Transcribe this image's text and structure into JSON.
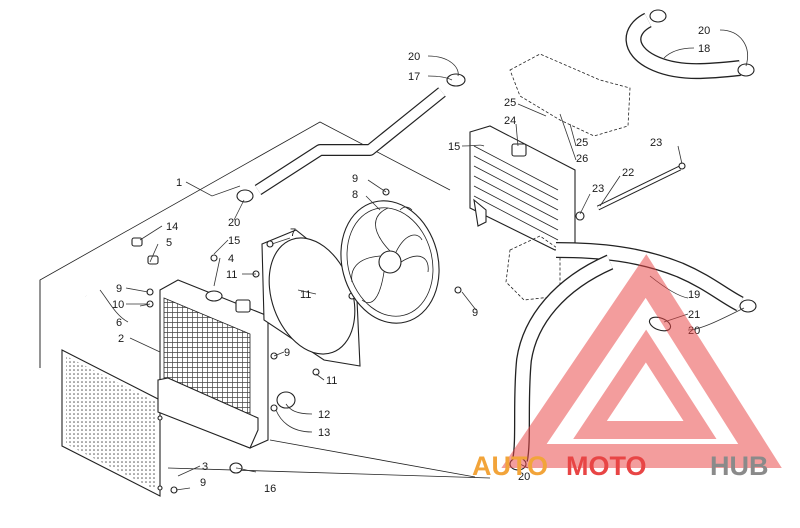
{
  "diagram": {
    "callouts": [
      {
        "id": "c1",
        "text": "1"
      },
      {
        "id": "c2",
        "text": "2"
      },
      {
        "id": "c3",
        "text": "3"
      },
      {
        "id": "c4",
        "text": "4"
      },
      {
        "id": "c5",
        "text": "5"
      },
      {
        "id": "c6",
        "text": "6"
      },
      {
        "id": "c7",
        "text": "7"
      },
      {
        "id": "c8",
        "text": "8"
      },
      {
        "id": "c9a",
        "text": "9"
      },
      {
        "id": "c9b",
        "text": "9"
      },
      {
        "id": "c9c",
        "text": "9"
      },
      {
        "id": "c9d",
        "text": "9"
      },
      {
        "id": "c9e",
        "text": "9"
      },
      {
        "id": "c10",
        "text": "10"
      },
      {
        "id": "c11a",
        "text": "11"
      },
      {
        "id": "c11b",
        "text": "11"
      },
      {
        "id": "c11c",
        "text": "11"
      },
      {
        "id": "c12",
        "text": "12"
      },
      {
        "id": "c13",
        "text": "13"
      },
      {
        "id": "c14",
        "text": "14"
      },
      {
        "id": "c15a",
        "text": "15"
      },
      {
        "id": "c15b",
        "text": "15"
      },
      {
        "id": "c16",
        "text": "16"
      },
      {
        "id": "c17",
        "text": "17"
      },
      {
        "id": "c18",
        "text": "18"
      },
      {
        "id": "c19",
        "text": "19"
      },
      {
        "id": "c20a",
        "text": "20"
      },
      {
        "id": "c20b",
        "text": "20"
      },
      {
        "id": "c20c",
        "text": "20"
      },
      {
        "id": "c20d",
        "text": "20"
      },
      {
        "id": "c20e",
        "text": "20"
      },
      {
        "id": "c21",
        "text": "21"
      },
      {
        "id": "c22",
        "text": "22"
      },
      {
        "id": "c23a",
        "text": "23"
      },
      {
        "id": "c23b",
        "text": "23"
      },
      {
        "id": "c24",
        "text": "24"
      },
      {
        "id": "c25a",
        "text": "25"
      },
      {
        "id": "c25b",
        "text": "25"
      },
      {
        "id": "c26",
        "text": "26"
      }
    ]
  },
  "watermark": {
    "part1": "AUTO",
    "part2": "MOTO",
    "part3": "HUB",
    "color_red": "#e84545",
    "color_orange": "#f2a43a",
    "color_gray": "#8a8a8a"
  }
}
